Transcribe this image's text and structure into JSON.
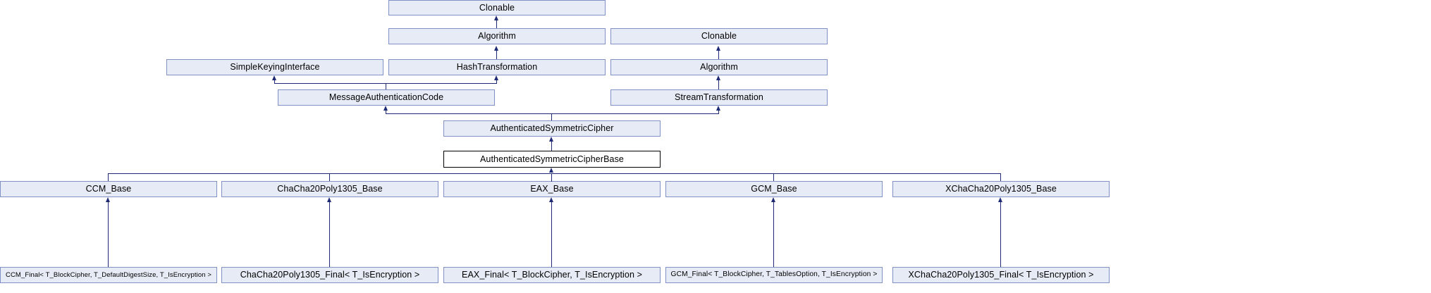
{
  "diagram": {
    "kind": "class-inheritance-diagram",
    "title": "AuthenticatedSymmetricCipherBase",
    "edge_color": "#1f2a77",
    "node_fill": "#e7ebf5",
    "node_border": "#8191c4",
    "highlight_fill": "#ffffff",
    "highlight_border": "#000000",
    "rows": [
      {
        "row": 1,
        "nodes": [
          {
            "id": "clonable-top",
            "label": "Clonable"
          }
        ]
      },
      {
        "row": 2,
        "nodes": [
          {
            "id": "algorithm-left",
            "label": "Algorithm"
          },
          {
            "id": "clonable-right",
            "label": "Clonable"
          }
        ]
      },
      {
        "row": 3,
        "nodes": [
          {
            "id": "simplekeyinginterface",
            "label": "SimpleKeyingInterface"
          },
          {
            "id": "hashtransformation",
            "label": "HashTransformation"
          },
          {
            "id": "algorithm-right",
            "label": "Algorithm"
          }
        ]
      },
      {
        "row": 4,
        "nodes": [
          {
            "id": "messageauthenticationcode",
            "label": "MessageAuthenticationCode"
          },
          {
            "id": "streamtransformation",
            "label": "StreamTransformation"
          }
        ]
      },
      {
        "row": 5,
        "nodes": [
          {
            "id": "authenticatedsymmetriccipher",
            "label": "AuthenticatedSymmetricCipher"
          }
        ]
      },
      {
        "row": 6,
        "nodes": [
          {
            "id": "authenticatedsymmetriccipherbase",
            "label": "AuthenticatedSymmetricCipherBase"
          }
        ]
      },
      {
        "row": 7,
        "nodes": [
          {
            "id": "ccm-base",
            "label": "CCM_Base"
          },
          {
            "id": "chacha20poly1305-base",
            "label": "ChaCha20Poly1305_Base"
          },
          {
            "id": "eax-base",
            "label": "EAX_Base"
          },
          {
            "id": "gcm-base",
            "label": "GCM_Base"
          },
          {
            "id": "xchacha20poly1305-base",
            "label": "XChaCha20Poly1305_Base"
          }
        ]
      },
      {
        "row": 8,
        "nodes": [
          {
            "id": "ccm-final",
            "label": "CCM_Final< T_BlockCipher, T_DefaultDigestSize, T_IsEncryption >"
          },
          {
            "id": "chacha20poly1305-final",
            "label": "ChaCha20Poly1305_Final< T_IsEncryption >"
          },
          {
            "id": "eax-final",
            "label": "EAX_Final< T_BlockCipher, T_IsEncryption >"
          },
          {
            "id": "gcm-final",
            "label": "GCM_Final< T_BlockCipher, T_TablesOption, T_IsEncryption >"
          },
          {
            "id": "xchacha20poly1305-final",
            "label": "XChaCha20Poly1305_Final< T_IsEncryption >"
          }
        ]
      }
    ],
    "edges": [
      {
        "from": "algorithm-left",
        "to": "clonable-top"
      },
      {
        "from": "hashtransformation",
        "to": "algorithm-left"
      },
      {
        "from": "messageauthenticationcode",
        "to": "simplekeyinginterface"
      },
      {
        "from": "messageauthenticationcode",
        "to": "hashtransformation"
      },
      {
        "from": "algorithm-right",
        "to": "clonable-right"
      },
      {
        "from": "streamtransformation",
        "to": "algorithm-right"
      },
      {
        "from": "authenticatedsymmetriccipher",
        "to": "messageauthenticationcode"
      },
      {
        "from": "authenticatedsymmetriccipher",
        "to": "streamtransformation"
      },
      {
        "from": "authenticatedsymmetriccipherbase",
        "to": "authenticatedsymmetriccipher"
      },
      {
        "from": "ccm-base",
        "to": "authenticatedsymmetriccipherbase"
      },
      {
        "from": "chacha20poly1305-base",
        "to": "authenticatedsymmetriccipherbase"
      },
      {
        "from": "eax-base",
        "to": "authenticatedsymmetriccipherbase"
      },
      {
        "from": "gcm-base",
        "to": "authenticatedsymmetriccipherbase"
      },
      {
        "from": "xchacha20poly1305-base",
        "to": "authenticatedsymmetriccipherbase"
      },
      {
        "from": "ccm-final",
        "to": "ccm-base"
      },
      {
        "from": "chacha20poly1305-final",
        "to": "chacha20poly1305-base"
      },
      {
        "from": "eax-final",
        "to": "eax-base"
      },
      {
        "from": "gcm-final",
        "to": "gcm-base"
      },
      {
        "from": "xchacha20poly1305-final",
        "to": "xchacha20poly1305-base"
      }
    ]
  }
}
